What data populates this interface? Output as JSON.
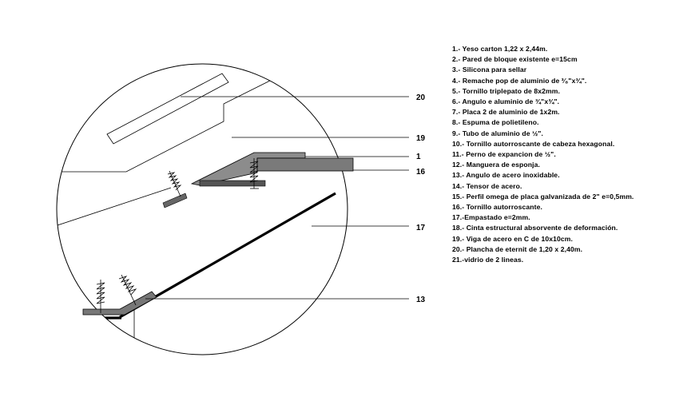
{
  "callouts": {
    "c20": "20",
    "c19": "19",
    "c1": "1",
    "c16": "16",
    "c17": "17",
    "c13": "13"
  },
  "legend": [
    "1.- Yeso carton 1,22 x 2,44m.",
    "2.- Pared de bloque existente  e=15cm",
    "3.- Silicona para sellar",
    "4.- Remache pop de aluminio de ³⁄₈\"x¾\".",
    "5.- Tornillo triplepato de 8x2mm.",
    "6.- Angulo e aluminio de ¾\"x¾\".",
    "7.- Placa 2 de aluminio de 1x2m.",
    "8.- Espuma de polietileno.",
    "9.- Tubo de aluminio de ½\".",
    "10.- Tornillo autorroscante de cabeza hexagonal.",
    "11.- Perno de expancion de ½\".",
    "12.- Manguera de esponja.",
    "13.- Angulo de acero inoxidable.",
    "14.- Tensor de acero.",
    "15.- Perfil omega de placa galvanizada de 2\" e=0,5mm.",
    "16.- Tornillo autorroscante.",
    "17.-Empastado e=2mm.",
    "18.- Cinta  estructural absorvente de deformación.",
    "19.- Viga de acero en C de 10x10cm.",
    "20.- Plancha de eternit de 1,20 x 2,40m.",
    "21.-vidrio de 2 lineas."
  ]
}
